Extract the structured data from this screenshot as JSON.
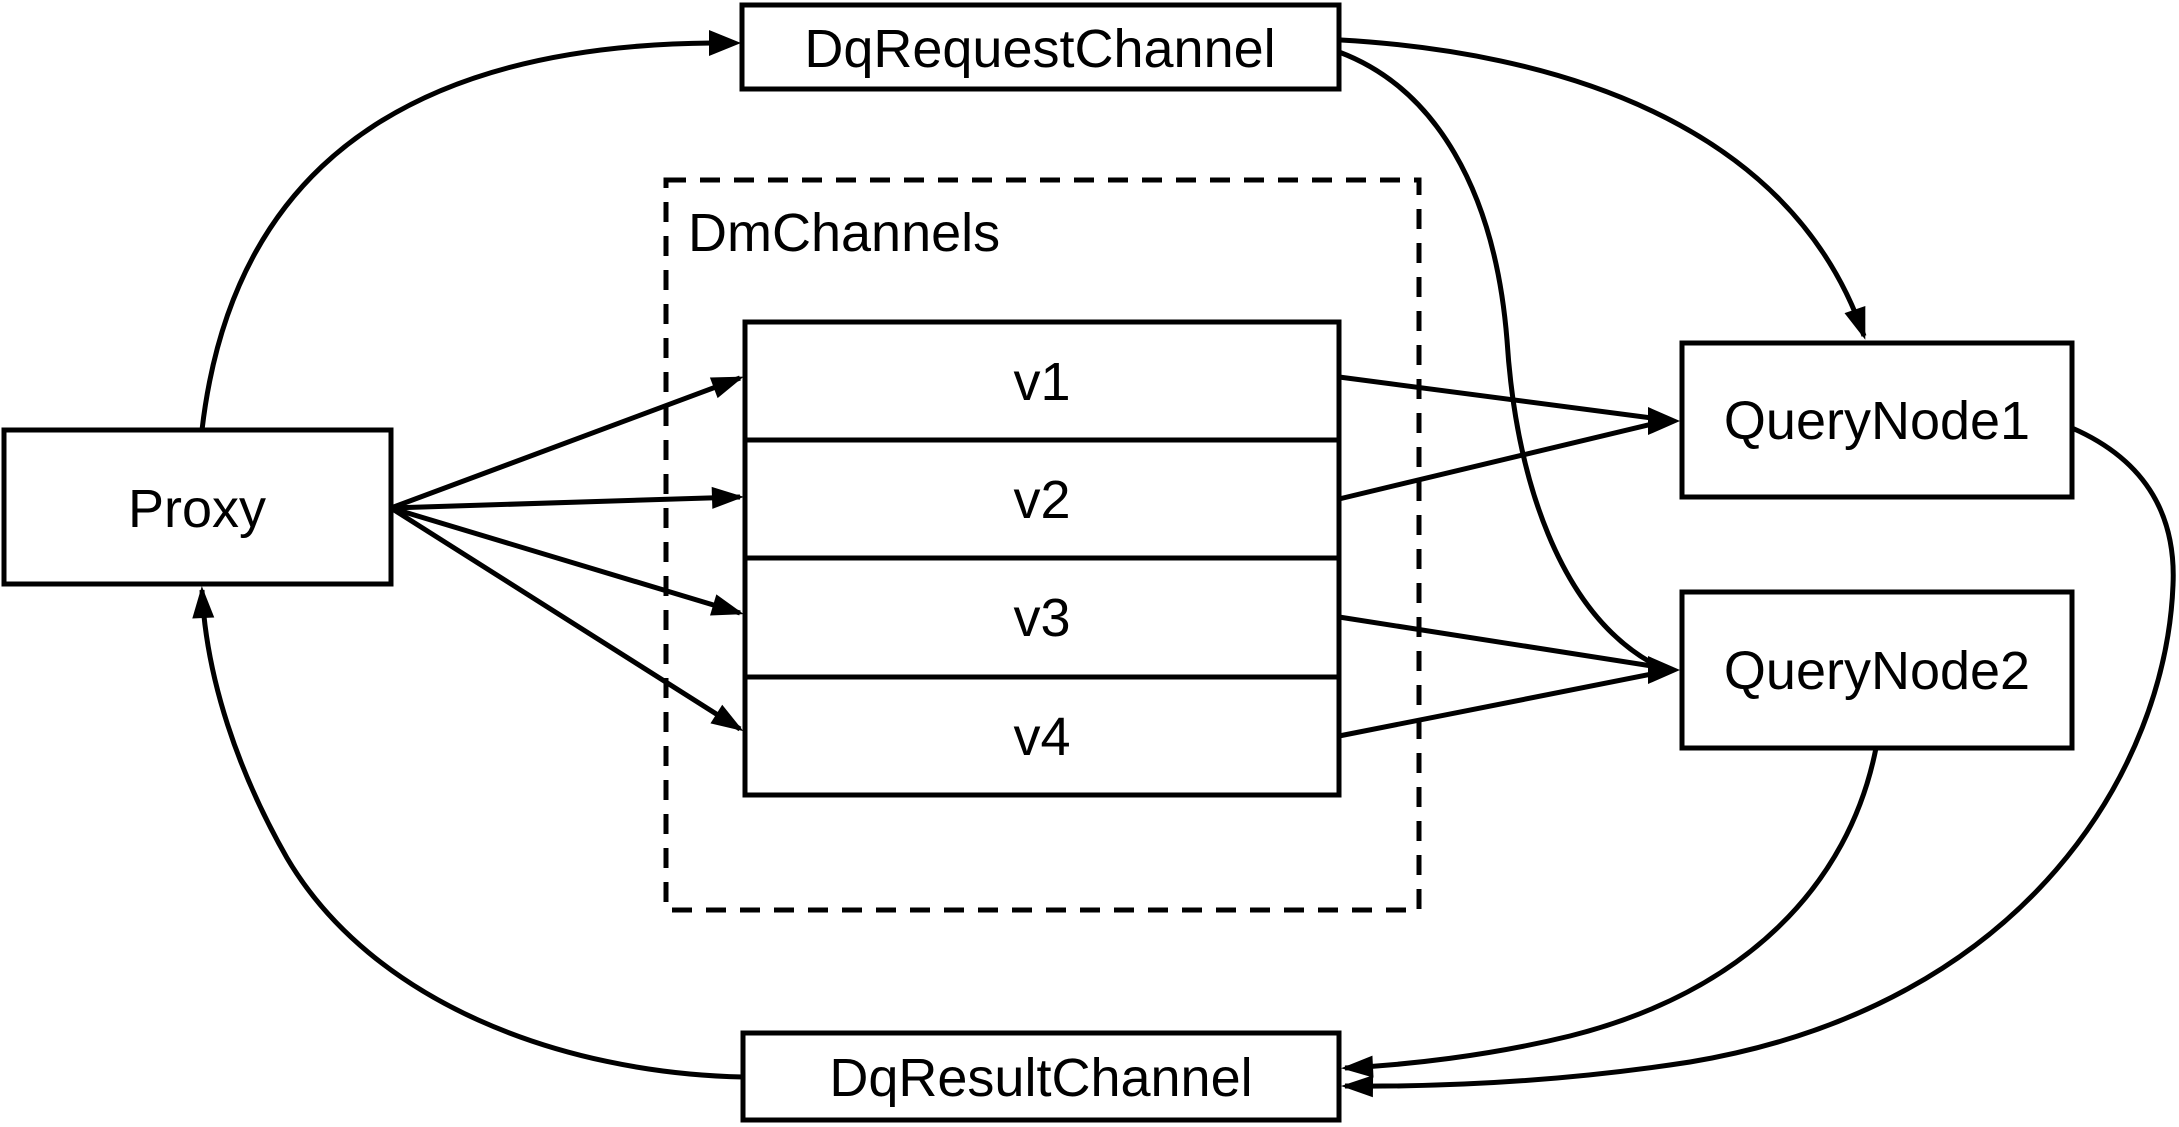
{
  "diagram": {
    "background_color": "#ffffff",
    "line_color": "#000000",
    "nodes": {
      "proxy": {
        "label": "Proxy"
      },
      "dq_request_channel": {
        "label": "DqRequestChannel"
      },
      "dm_channels": {
        "label": "DmChannels",
        "channels": [
          {
            "label": "v1"
          },
          {
            "label": "v2"
          },
          {
            "label": "v3"
          },
          {
            "label": "v4"
          }
        ]
      },
      "query_node_1": {
        "label": "QueryNode1"
      },
      "query_node_2": {
        "label": "QueryNode2"
      },
      "dq_result_channel": {
        "label": "DqResultChannel"
      }
    },
    "edges": [
      {
        "from": "Proxy",
        "to": "DqRequestChannel"
      },
      {
        "from": "Proxy",
        "to": "v1"
      },
      {
        "from": "Proxy",
        "to": "v2"
      },
      {
        "from": "Proxy",
        "to": "v3"
      },
      {
        "from": "Proxy",
        "to": "v4"
      },
      {
        "from": "v1",
        "to": "QueryNode1"
      },
      {
        "from": "v2",
        "to": "QueryNode1"
      },
      {
        "from": "v3",
        "to": "QueryNode2"
      },
      {
        "from": "v4",
        "to": "QueryNode2"
      },
      {
        "from": "DqRequestChannel",
        "to": "QueryNode1"
      },
      {
        "from": "DqRequestChannel",
        "to": "QueryNode2"
      },
      {
        "from": "QueryNode1",
        "to": "DqResultChannel"
      },
      {
        "from": "QueryNode2",
        "to": "DqResultChannel"
      },
      {
        "from": "DqResultChannel",
        "to": "Proxy"
      }
    ]
  }
}
